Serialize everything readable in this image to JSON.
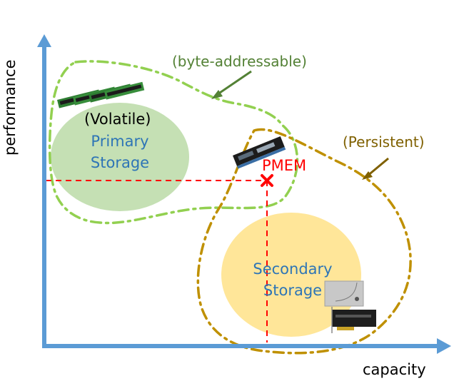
{
  "axes": {
    "y_label": "performance",
    "x_label": "capacity",
    "color": "#5b9bd5"
  },
  "regions": {
    "primary": {
      "tag": "(Volatile)",
      "line1": "Primary",
      "line2": "Storage",
      "fill": "#c5e0b4",
      "icon": "dram-modules-icon"
    },
    "secondary": {
      "line1": "Secondary",
      "line2": "Storage",
      "fill": "#ffe699",
      "icon": "ssd-drives-icon"
    }
  },
  "annotations": {
    "byte_addressable": {
      "text": "(byte-addressable)",
      "color": "#538135",
      "contour_color": "#92d050"
    },
    "persistent": {
      "text": "(Persistent)",
      "color": "#7f6000",
      "contour_color": "#bf9000"
    }
  },
  "marker": {
    "label": "PMEM",
    "color": "#ff0000",
    "icon": "optane-dimm-icon"
  }
}
